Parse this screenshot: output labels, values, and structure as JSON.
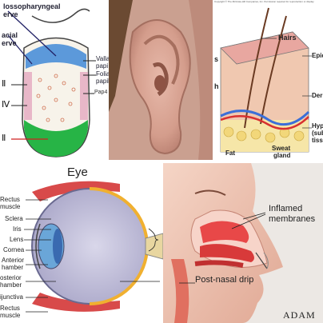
{
  "tongue": {
    "nerves": [
      "lossopharyngeal",
      "erve",
      "acial",
      "erve"
    ],
    "right_labels": [
      "Valla",
      "papi",
      "Folia",
      "papil",
      "Pap4"
    ],
    "roman_labels": [
      "Ⅱ",
      "Ⅳ",
      "Ⅱ"
    ],
    "colors": {
      "vallate": "#4a8fd8",
      "foliate": "#e8b7c8",
      "base": "#27b446",
      "nerve": "#222266"
    }
  },
  "ear": {
    "colors": {
      "skin": "#d9a89a",
      "hair": "#6b4a32"
    }
  },
  "skin": {
    "copyright": "Copyright © The McGraw-Hill Companies, Inc. Permission required for reproduction or display.",
    "labels": [
      "Hairs",
      "Epid",
      "Derm",
      "Hypo",
      "(sub",
      "tissu",
      "Fat",
      "Sweat",
      "gland"
    ],
    "left_marks": [
      "s",
      "h"
    ],
    "colors": {
      "epidermis": "#e8a7a0",
      "dermis": "#f0c8b0",
      "fat": "#f6e6a8",
      "vein": "#3b6fd8",
      "artery": "#d83030"
    }
  },
  "eye": {
    "title": "Eye",
    "labels": [
      "Rectus",
      "muscle",
      "Sclera",
      "Iris",
      "Lens",
      "Cornea",
      "Anterior",
      "hamber",
      "osterior",
      "hamber",
      "ijunctiva",
      "Rectus",
      "muscle"
    ],
    "colors": {
      "sclera": "#c9c7df",
      "retina": "#f0b030",
      "muscle": "#d84a4a"
    }
  },
  "nose": {
    "labels": [
      "Inflamed",
      "membranes",
      "Post-nasal drip"
    ],
    "logo": "ADAM",
    "colors": {
      "skin": "#f0c8b8",
      "membrane": "#e84848"
    }
  }
}
